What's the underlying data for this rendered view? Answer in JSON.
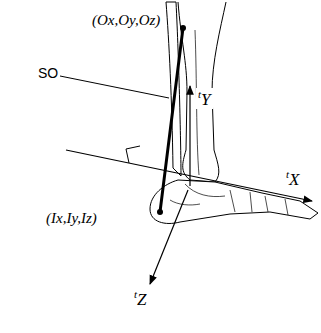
{
  "diagram": {
    "labels": [
      "(Ox,Oy,Oz)",
      "SO",
      "tY",
      "tX",
      "(Ix,Iy,Iz)",
      "tZ"
    ]
  }
}
